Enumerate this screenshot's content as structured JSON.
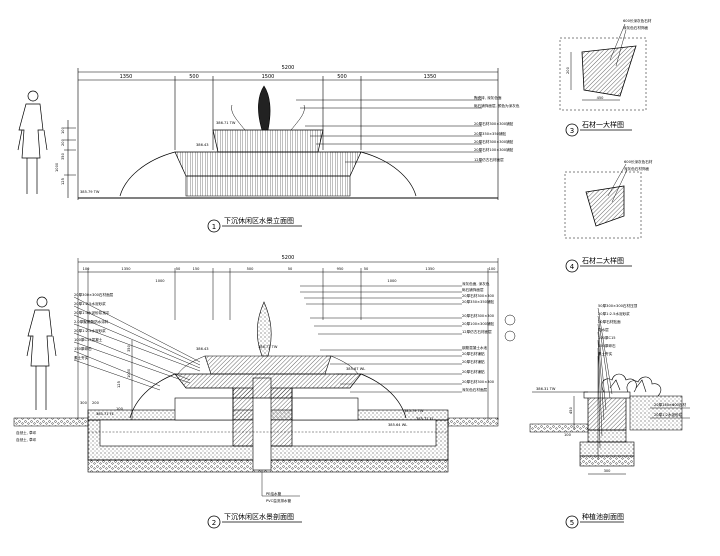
{
  "view1": {
    "title": "下沉休闲区水景立面图",
    "number": "1",
    "total_dim": "5200",
    "dims": [
      "1350",
      "500",
      "1500",
      "500",
      "1350"
    ],
    "v_dims": [
      "100",
      "200",
      "350",
      "1000",
      "125"
    ],
    "elev_top": "386.71 TW",
    "elev_mid": "386.43",
    "elev_base": "385.79 TW",
    "notes": [
      "陶瓷砖, 深灰色面",
      "砾石铺饰面层, 颜色为深灰色",
      "20厚石材300×300铺贴",
      "20厚350×350铺贴",
      "20厚石材300×300铺贴",
      "20厚石材100×300铺贴",
      "12厚仿古石材面层"
    ]
  },
  "view2": {
    "title": "下沉休闲区水景剖面图",
    "number": "2",
    "total_dim": "5200",
    "dims": [
      "100",
      "1350",
      "1000",
      "50",
      "150",
      "500",
      "50",
      "950",
      "50",
      "1000",
      "1350",
      "100"
    ],
    "v_dims": [
      "1000",
      "350",
      "125",
      "300",
      "200",
      "100"
    ],
    "elev_1": "386.71 TW",
    "elev_2": "386.43",
    "elev_3": "385.67 WL",
    "elev_4": "385.79 TW",
    "elev_5": "385.71 FL",
    "elev_6": "385.64 WL",
    "elev_left": "385.71 FL",
    "notes_left": [
      "20厚300×300石材面层",
      "20厚1:2.5水泥砂浆",
      "20厚1:3水泥砂浆找平",
      "2.0厚聚氨酯防水涂料",
      "20厚1:2.5水泥砂浆",
      "100厚C15混凝土",
      "150厚碎石",
      "素土夯实"
    ],
    "notes_right": [
      "深灰色面, 深灰色",
      "砾石铺饰面层",
      "20厚石材300×300",
      "20厚350×350铺贴",
      "20厚石材300×300",
      "20厚100×300铺贴",
      "12厚仿古石材面层",
      "钢筋混凝土水池",
      "20厚石材铺贴",
      "20厚石材铺贴",
      "20厚石材铺贴",
      "20厚石材300×300",
      "深灰色石材面层"
    ],
    "notes_bottom": [
      "PE给水管",
      "PVC溢流排水管"
    ],
    "ground_labels": [
      "自然土, 草坪",
      "自然土, 草坪"
    ]
  },
  "view3": {
    "title": "石材一大样图",
    "number": "3",
    "notes": [
      "600长深灰色石材",
      "深灰色石材饰面"
    ],
    "dims": [
      "200",
      "450"
    ]
  },
  "view4": {
    "title": "石材二大样图",
    "number": "4",
    "notes": [
      "600长深灰色石材",
      "深灰色石材饰面"
    ]
  },
  "view5": {
    "title": "种植池剖面图",
    "number": "5",
    "elev": "386.31 TW",
    "notes": [
      "50厚300×300石材压顶",
      "20厚1:2.5水泥砂浆",
      "20厚石材贴面",
      "防水层",
      "100厚C15",
      "150厚碎石",
      "素土夯实"
    ],
    "right_notes": [
      "20厚150×600石材",
      "20厚1:2水泥砂浆"
    ],
    "dims": [
      "450",
      "300",
      "100"
    ]
  }
}
